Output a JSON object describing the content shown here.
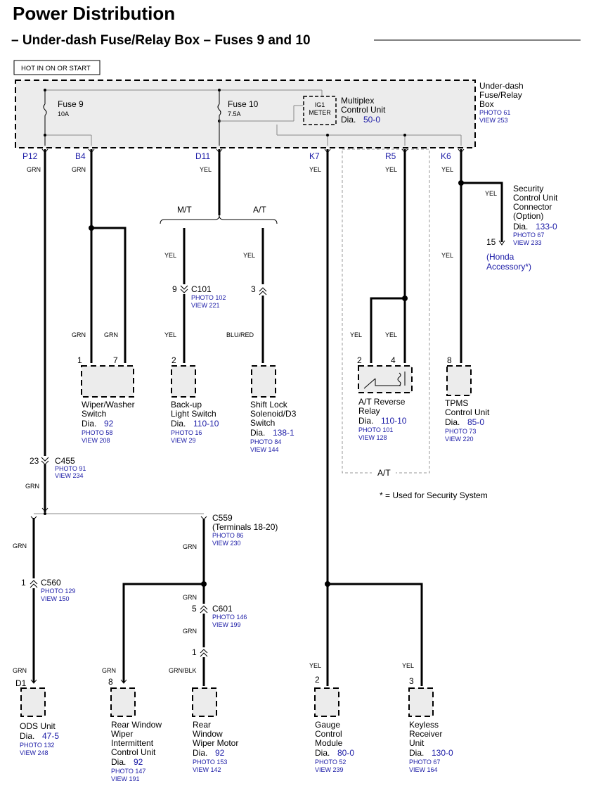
{
  "title": "Power Distribution",
  "subtitle": "– Under-dash Fuse/Relay Box – Fuses 9 and 10",
  "hot_label": "HOT IN ON OR START",
  "box": {
    "label": [
      "Under-dash",
      "Fuse/Relay",
      "Box"
    ],
    "refs": [
      "PHOTO 61",
      "VIEW 253"
    ],
    "fuse9": {
      "name": "Fuse 9",
      "rating": "10A"
    },
    "fuse10": {
      "name": "Fuse 10",
      "rating": "7.5A"
    },
    "ig1": [
      "IG1",
      "METER"
    ],
    "mcu": {
      "lines": [
        "Multiplex",
        "Control Unit"
      ],
      "dia_prefix": "Dia.",
      "dia": "50-0"
    }
  },
  "terminals": [
    {
      "id": "P12",
      "wire": "GRN"
    },
    {
      "id": "B4",
      "wire": "GRN"
    },
    {
      "id": "D11",
      "wire": "YEL"
    },
    {
      "id": "K7",
      "wire": "YEL"
    },
    {
      "id": "R5",
      "wire": "YEL"
    },
    {
      "id": "K6",
      "wire": "YEL"
    }
  ],
  "mt": "M/T",
  "at": "A/T",
  "wires": {
    "grn": "GRN",
    "yel": "YEL",
    "blured": "BLU/RED",
    "grnblk": "GRN/BLK"
  },
  "connectors": {
    "c101": {
      "pin": "9",
      "name": "C101",
      "refs": [
        "PHOTO 102",
        "VIEW 221"
      ]
    },
    "c101b": {
      "pin": "3"
    },
    "c455": {
      "pin": "23",
      "name": "C455",
      "refs": [
        "PHOTO 91",
        "VIEW 234"
      ]
    },
    "c559": {
      "name": "C559",
      "sub": "(Terminals 18-20)",
      "refs": [
        "PHOTO 86",
        "VIEW 230"
      ]
    },
    "c560": {
      "pin": "1",
      "name": "C560",
      "refs": [
        "PHOTO 129",
        "VIEW 150"
      ]
    },
    "c601": {
      "pin": "5",
      "name": "C601",
      "refs": [
        "PHOTO 146",
        "VIEW 199"
      ]
    },
    "c601b": {
      "pin": "1"
    }
  },
  "security": {
    "lines": [
      "Security",
      "Control Unit",
      "Connector",
      "(Option)"
    ],
    "dia_prefix": "Dia.",
    "dia": "133-0",
    "refs": [
      "PHOTO 67",
      "VIEW 233"
    ],
    "pin": "15",
    "accessory": [
      "(Honda",
      "Accessory*)"
    ]
  },
  "components": {
    "wiper_washer": {
      "pins": [
        "1",
        "7"
      ],
      "lines": [
        "Wiper/Washer",
        "Switch"
      ],
      "dia_prefix": "Dia.",
      "dia": "92",
      "refs": [
        "PHOTO 58",
        "VIEW 208"
      ]
    },
    "backup": {
      "pin": "2",
      "lines": [
        "Back-up",
        "Light Switch"
      ],
      "dia_prefix": "Dia.",
      "dia": "110-10",
      "refs": [
        "PHOTO 16",
        "VIEW 29"
      ]
    },
    "shift_lock": {
      "lines": [
        "Shift Lock",
        "Solenoid/D3",
        "Switch"
      ],
      "dia_prefix": "Dia.",
      "dia": "138-1",
      "refs": [
        "PHOTO 84",
        "VIEW 144"
      ]
    },
    "reverse_relay": {
      "pins": [
        "2",
        "4"
      ],
      "lines": [
        "A/T Reverse",
        "Relay"
      ],
      "dia_prefix": "Dia.",
      "dia": "110-10",
      "refs": [
        "PHOTO 101",
        "VIEW 128"
      ]
    },
    "tpms": {
      "pin": "8",
      "lines": [
        "TPMS",
        "Control Unit"
      ],
      "dia_prefix": "Dia.",
      "dia": "85-0",
      "refs": [
        "PHOTO 73",
        "VIEW 220"
      ]
    },
    "ods": {
      "pin": "D1",
      "lines": [
        "ODS Unit"
      ],
      "dia_prefix": "Dia.",
      "dia": "47-5",
      "refs": [
        "PHOTO 132",
        "VIEW 248"
      ]
    },
    "rear_wiper_cu": {
      "pin": "8",
      "lines": [
        "Rear Window",
        "Wiper",
        "Intermittent",
        "Control Unit"
      ],
      "dia_prefix": "Dia.",
      "dia": "92",
      "refs": [
        "PHOTO 147",
        "VIEW 191"
      ]
    },
    "rear_wiper_motor": {
      "lines": [
        "Rear",
        "Window",
        "Wiper Motor"
      ],
      "dia_prefix": "Dia.",
      "dia": "92",
      "refs": [
        "PHOTO 153",
        "VIEW 142"
      ]
    },
    "gauge": {
      "pin": "2",
      "lines": [
        "Gauge",
        "Control",
        "Module"
      ],
      "dia_prefix": "Dia.",
      "dia": "80-0",
      "refs": [
        "PHOTO 52",
        "VIEW 239"
      ]
    },
    "keyless": {
      "pin": "3",
      "lines": [
        "Keyless",
        "Receiver",
        "Unit"
      ],
      "dia_prefix": "Dia.",
      "dia": "130-0",
      "refs": [
        "PHOTO 67",
        "VIEW 164"
      ]
    }
  },
  "at_label": "A/T",
  "footnote": "* = Used for Security System"
}
